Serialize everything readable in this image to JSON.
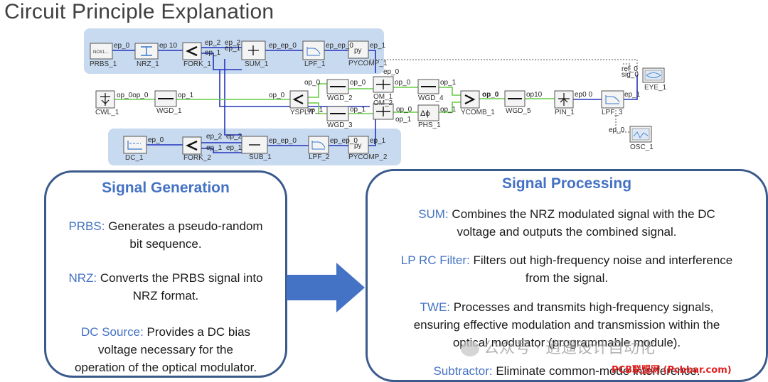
{
  "title": "Circuit Principle Explanation",
  "schematic": {
    "blocks": {
      "prbs": "PRBS_1",
      "prbs_icon": "NOX1...",
      "nrz": "NRZ_1",
      "fork1": "FORK_1",
      "sum": "SUM_1",
      "lpf1": "LPF_1",
      "pycomp1": "PYCOMP_1",
      "pycomp_icon": "py",
      "cwl": "CWL_1",
      "wgd1": "WGD_1",
      "ysplit": "YSPLIT",
      "wgd2": "WGD_2",
      "wgd3": "WGD_3",
      "om1": "OM_1",
      "om2": "OM_2",
      "wgd4": "WGD_4",
      "phs": "PHS_1",
      "phs_icon": "Δϕ",
      "ycomb": "YCOMB_1",
      "wgd5": "WGD_5",
      "pin": "PIN_1",
      "lpf3": "LPF_3",
      "eye": "EYE_1",
      "osc": "OSC_1",
      "dc": "DC_1",
      "fork2": "FORK_2",
      "sub": "SUB_1",
      "lpf2": "LPF_2",
      "pycomp2": "PYCOMP_2"
    },
    "ports": {
      "ep0": "ep_0",
      "ep1": "ep_1",
      "ep2": "ep_2",
      "ep10": "ep 10",
      "epep0": "ep_ep_0",
      "ep00": "ep0 0",
      "op0": "op_0",
      "op1": "op_1",
      "op10": "op10",
      "op0op0": "op_0op_0",
      "ref0": "ref_0",
      "sig0": "sig_0"
    }
  },
  "generation": {
    "title": "Signal Generation",
    "items": [
      {
        "key": "PRBS:",
        "text": "Generates a pseudo-random bit sequence.",
        "line1": "Generates a pseudo-random",
        "line2": "bit sequence."
      },
      {
        "key": "NRZ:",
        "line1": "Converts the PRBS signal into",
        "line2": "NRZ format."
      },
      {
        "key": "DC Source:",
        "line1": "Provides a DC bias",
        "line2": "voltage necessary for the",
        "line3": "operation of the optical modulator."
      }
    ]
  },
  "processing": {
    "title": "Signal Processing",
    "items": [
      {
        "key": "SUM:",
        "line1": "Combines the NRZ modulated signal with the DC",
        "line2": "voltage and outputs the combined signal."
      },
      {
        "key": "LP RC Filter:",
        "line1": "Filters out high-frequency noise and interference",
        "line2": "from the signal."
      },
      {
        "key": "TWE:",
        "line1": "Processes and transmits high-frequency signals,",
        "line2": "ensuring effective modulation and transmission within the",
        "line3": "optical modulator (programmable module)."
      },
      {
        "key": "Subtractor:",
        "line1": "Eliminate common-mode interference."
      }
    ]
  },
  "watermark": "公众号 · 逍遥设计自动化",
  "watermark_site": "PCB联盟网 (Pcbbar.com)",
  "colors": {
    "accent": "#4472c4",
    "panel_border": "#3a5a8c",
    "highlight": "#c8daf0",
    "electrical_wire": "#2233bb",
    "optical_wire": "#66cc44",
    "arrow": "#4472c4"
  }
}
